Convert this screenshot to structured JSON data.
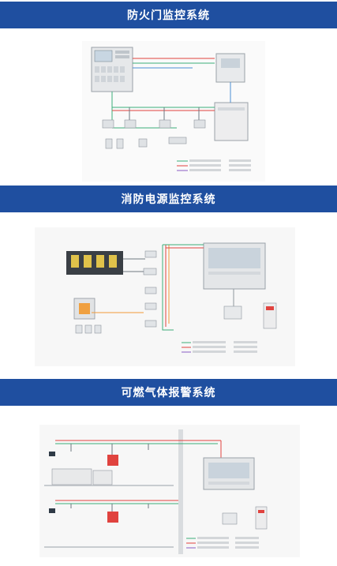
{
  "sections": [
    {
      "title": "防火门监控系统"
    },
    {
      "title": "消防电源监控系统"
    },
    {
      "title": "可燃气体报警系统"
    }
  ],
  "colors": {
    "banner": "#1f4fa0",
    "bus_green": "#3cae7a",
    "bus_red": "#e0433f",
    "bus_blue": "#4a8fd4",
    "bus_purple": "#8a5cc4",
    "bus_orange": "#f09a3a"
  }
}
